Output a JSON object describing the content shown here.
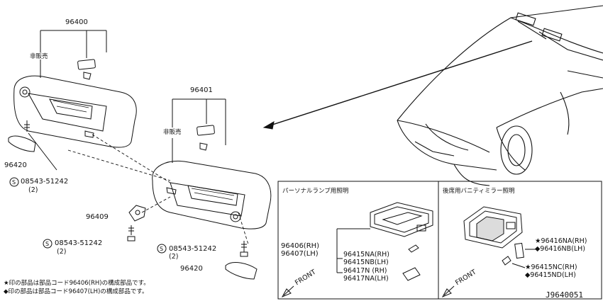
{
  "diagram_id": "J9640051",
  "top_left": {
    "part_96400": "96400",
    "not_sold_1": "非販売",
    "part_96420_a": "96420",
    "screw_a_symbol": "S",
    "screw_a": "08543-51242",
    "screw_a_qty": "(2)"
  },
  "middle": {
    "part_96401": "96401",
    "not_sold_2": "非販売",
    "part_96409": "96409",
    "screw_b_symbol": "S",
    "screw_b": "08543-51242",
    "screw_b_qty": "(2)",
    "screw_c_symbol": "S",
    "screw_c": "08543-51242",
    "screw_c_qty": "(2)",
    "part_96420_b": "96420"
  },
  "notes": {
    "line1": "★印の部品は部品コード96406(RH)の構成部品です。",
    "line2": "◆印の部品は部品コード96407(LH)の構成部品です。"
  },
  "inset_left": {
    "title": "パーソナルランプ用照明",
    "part_96406": "96406(RH)",
    "part_96407": "96407(LH)",
    "part_96415NA": "96415NA(RH)",
    "part_96415NB": "96415NB(LH)",
    "part_96417N": "96417N (RH)",
    "part_96417NA": "96417NA(LH)",
    "front": "FRONT"
  },
  "inset_right": {
    "title": "後席用バニティミラー照明",
    "part_96416NA": "★96416NA(RH)",
    "part_96416NB": "◆96416NB(LH)",
    "part_96415NC": "★96415NC(RH)",
    "part_96415ND": "◆96415ND(LH)",
    "front": "FRONT"
  }
}
